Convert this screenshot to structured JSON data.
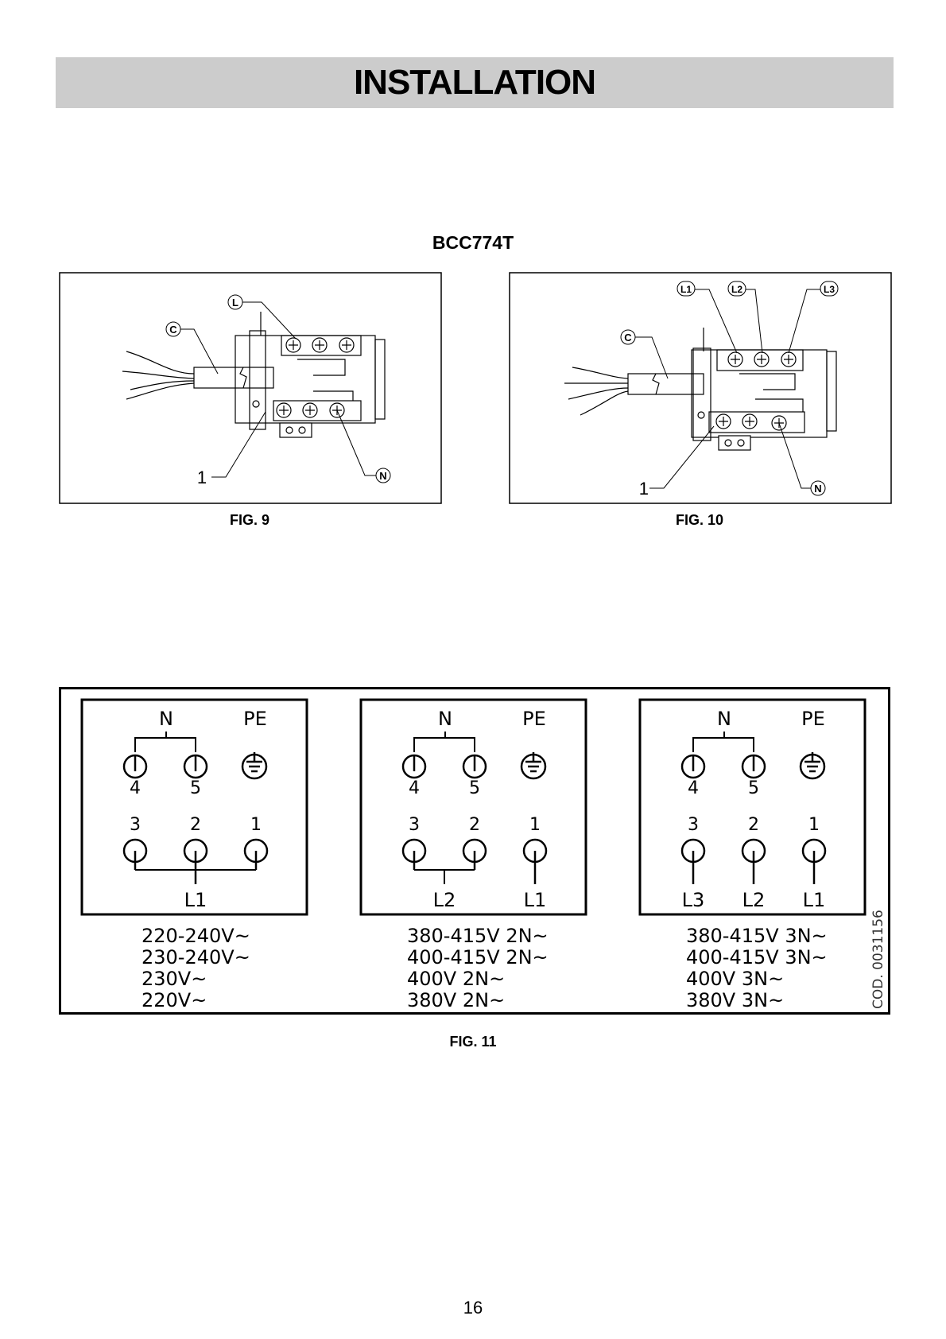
{
  "header": {
    "title": "INSTALLATION"
  },
  "model": "BCC774T",
  "fig9": {
    "caption": "FIG. 9",
    "callouts": {
      "line": "L",
      "cable": "C",
      "neutral": "N",
      "part": "1"
    }
  },
  "fig10": {
    "caption": "FIG. 10",
    "callouts": {
      "line1": "L1",
      "line2": "L2",
      "line3": "L3",
      "cable": "C",
      "neutral": "N",
      "part": "1"
    }
  },
  "fig11": {
    "caption": "FIG. 11",
    "code": "COD. 0031156",
    "panels": [
      {
        "top_labels": [
          "N",
          "PE"
        ],
        "terminal_numbers": [
          "4",
          "5",
          "3",
          "2",
          "1"
        ],
        "bottom_labels": [
          "L1"
        ],
        "voltages": [
          "220-240V~",
          "230-240V~",
          "230V~",
          "220V~"
        ]
      },
      {
        "top_labels": [
          "N",
          "PE"
        ],
        "terminal_numbers": [
          "4",
          "5",
          "3",
          "2",
          "1"
        ],
        "bottom_labels": [
          "L2",
          "L1"
        ],
        "voltages": [
          "380-415V 2N~",
          "400-415V 2N~",
          "400V 2N~",
          "380V 2N~"
        ]
      },
      {
        "top_labels": [
          "N",
          "PE"
        ],
        "terminal_numbers": [
          "4",
          "5",
          "3",
          "2",
          "1"
        ],
        "bottom_labels": [
          "L3",
          "L2",
          "L1"
        ],
        "voltages": [
          "380-415V 3N~",
          "400-415V 3N~",
          "400V 3N~",
          "380V 3N~"
        ]
      }
    ]
  },
  "page_number": "16"
}
